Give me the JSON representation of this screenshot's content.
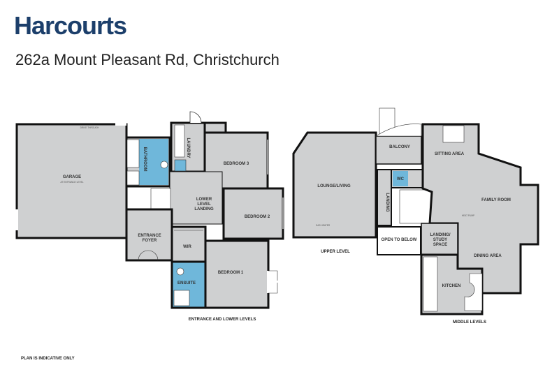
{
  "header": {
    "brand": "Harcourts",
    "address": "262a Mount Pleasant Rd, Christchurch"
  },
  "footer": {
    "disclaimer": "PLAN IS INDICATIVE ONLY"
  },
  "plan_left": {
    "level_label": "ENTRANCE AND LOWER LEVELS",
    "rooms": {
      "garage": "GARAGE",
      "garage_note": "AT ENTRANCE LEVEL",
      "drive_through": "DRIVE THROUGH",
      "bathroom": "BATHROOM",
      "laundry": "LAUNDRY",
      "bedroom3": "BEDROOM 3",
      "lower_landing_1": "LOWER",
      "lower_landing_2": "LEVEL",
      "lower_landing_3": "LANDING",
      "bedroom2": "BEDROOM 2",
      "entrance_1": "ENTRANCE",
      "entrance_2": "FOYER",
      "wir": "WIR",
      "ensuite": "ENSUITE",
      "bedroom1": "BEDROOM 1"
    }
  },
  "plan_right": {
    "upper_label": "UPPER LEVEL",
    "middle_label": "MIDDLE LEVELS",
    "rooms": {
      "lounge": "LOUNGE/LIVING",
      "gas_heater": "GAS HEATER",
      "balcony": "BALCONY",
      "sitting": "SITTING AREA",
      "wc": "WC",
      "landing": "LANDING",
      "family": "FAMILY ROOM",
      "heat_pump": "HEAT PUMP",
      "open_below": "OPEN TO BELOW",
      "study_1": "LANDING/",
      "study_2": "STUDY",
      "study_3": "SPACE",
      "dining": "DINING AREA",
      "kitchen": "KITCHEN"
    }
  },
  "colors": {
    "brand": "#1c3f6b",
    "floor": "#cfd0d1",
    "wall": "#111111",
    "wet_area": "#6fb7da"
  }
}
